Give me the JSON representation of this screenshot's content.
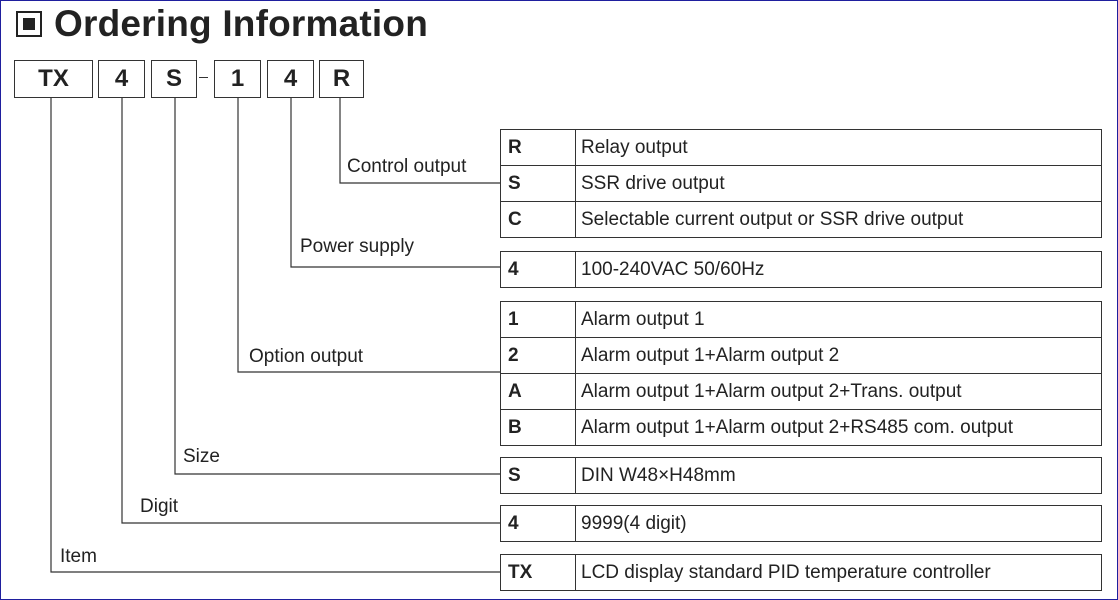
{
  "title": "Ordering Information",
  "code_parts": [
    "TX",
    "4",
    "S",
    "1",
    "4",
    "R"
  ],
  "separator": "-",
  "groups": [
    {
      "label": "Control output",
      "rows": [
        {
          "code": "R",
          "desc": "Relay output"
        },
        {
          "code": "S",
          "desc": "SSR drive output"
        },
        {
          "code": "C",
          "desc": "Selectable current output or SSR drive output"
        }
      ]
    },
    {
      "label": "Power supply",
      "rows": [
        {
          "code": "4",
          "desc": "100-240VAC 50/60Hz"
        }
      ]
    },
    {
      "label": "Option output",
      "rows": [
        {
          "code": "1",
          "desc": "Alarm output 1"
        },
        {
          "code": "2",
          "desc": "Alarm output 1+Alarm output 2"
        },
        {
          "code": "A",
          "desc": "Alarm output 1+Alarm output 2+Trans. output"
        },
        {
          "code": "B",
          "desc": "Alarm output 1+Alarm output 2+RS485 com. output"
        }
      ]
    },
    {
      "label": "Size",
      "rows": [
        {
          "code": "S",
          "desc": "DIN W48×H48mm"
        }
      ]
    },
    {
      "label": "Digit",
      "rows": [
        {
          "code": "4",
          "desc": "9999(4 digit)"
        }
      ]
    },
    {
      "label": "Item",
      "rows": [
        {
          "code": "TX",
          "desc": "LCD display standard PID temperature controller"
        }
      ]
    }
  ]
}
